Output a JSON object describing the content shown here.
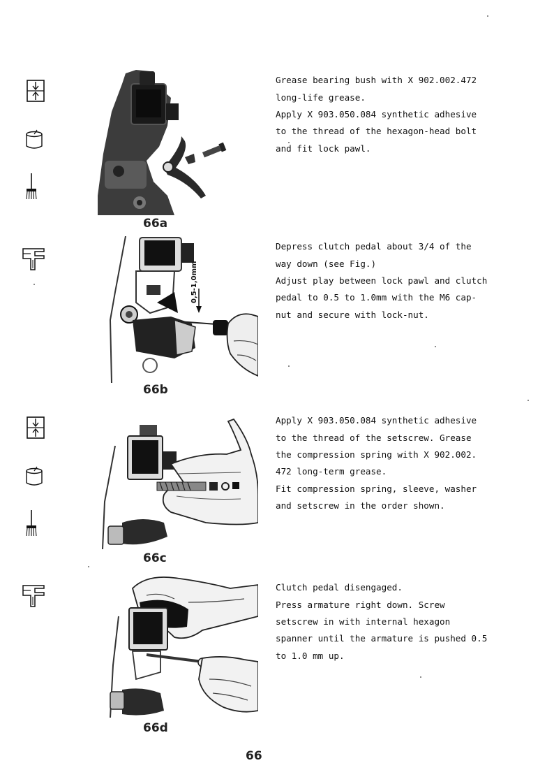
{
  "steps": [
    {
      "figure": "66a",
      "icons": [
        "press-fit-icon",
        "grease-tin-icon",
        "brush-icon"
      ],
      "lines": [
        "Grease bearing bush with X 902.002.472",
        "long-life grease.",
        "Apply X 903.050.084 synthetic adhesive",
        "to the thread of the hexagon-head bolt",
        "and fit lock pawl."
      ]
    },
    {
      "figure": "66b",
      "icons": [
        "caliper-icon"
      ],
      "callout": "0,5-1,0mm",
      "lines": [
        "Depress clutch pedal about 3/4 of the",
        "way down (see Fig.)",
        "Adjust play between lock pawl and clutch",
        "pedal to 0.5 to 1.0mm with the M6 cap-",
        "nut and secure with lock-nut."
      ]
    },
    {
      "figure": "66c",
      "icons": [
        "press-fit-icon",
        "grease-tin-icon",
        "brush-icon"
      ],
      "lines": [
        "Apply X 903.050.084 synthetic adhesive",
        "to the thread of the setscrew. Grease",
        "the compression spring with X 902.002.",
        "472 long-term grease.",
        "Fit compression spring, sleeve, washer",
        "and setscrew in the order shown."
      ]
    },
    {
      "figure": "66d",
      "icons": [
        "caliper-icon"
      ],
      "lines": [
        "Clutch pedal disengaged.",
        "Press armature right down. Screw",
        "setscrew in with internal hexagon",
        "spanner until the armature is pushed 0.5",
        "to 1.0 mm up."
      ]
    }
  ],
  "page_number": "66"
}
